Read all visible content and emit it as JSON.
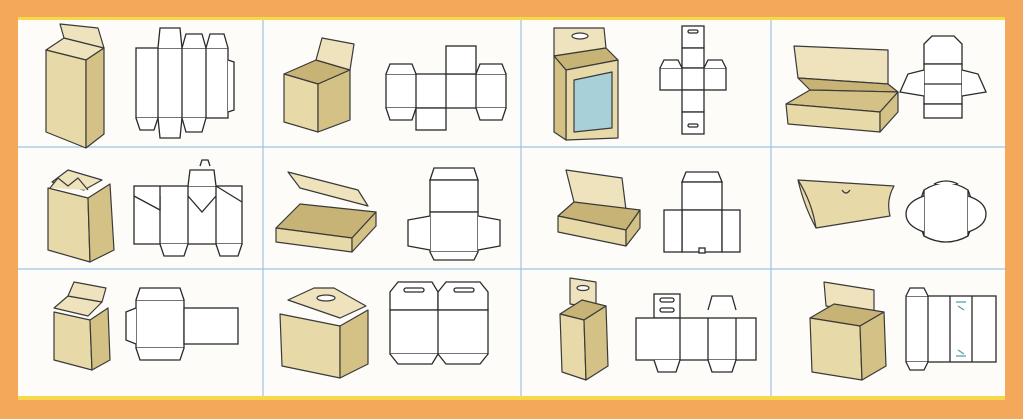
{
  "colors": {
    "background": "#f4a85a",
    "panel": "#fdfcf9",
    "accent_line": "#f6d84a",
    "grid_line": "#9cc4e4",
    "cardboard_front": "#e8d9a8",
    "cardboard_side": "#d4c185",
    "cardboard_top": "#efe3bd",
    "cardboard_inner": "#c8b376",
    "window_blue": "#a8d0d8",
    "outline": "#3a3a3a",
    "dieline": "#2a2a2a"
  },
  "grid": {
    "rows": 3,
    "cols": 4
  },
  "cells": [
    {
      "box": "tuck-end-box",
      "dieline": "tuck-end-dieline"
    },
    {
      "box": "cube-flap-box",
      "dieline": "cube-cross-dieline"
    },
    {
      "box": "hang-tab-window-box",
      "dieline": "hang-tab-dieline"
    },
    {
      "box": "display-tray-box",
      "dieline": "display-tray-dieline"
    },
    {
      "box": "gable-fold-box",
      "dieline": "gable-fold-dieline"
    },
    {
      "box": "open-lid-tray-box",
      "dieline": "lid-tray-dieline"
    },
    {
      "box": "mailer-box",
      "dieline": "mailer-dieline"
    },
    {
      "box": "pillow-box",
      "dieline": "pillow-dieline"
    },
    {
      "box": "flap-top-box",
      "dieline": "flap-top-dieline"
    },
    {
      "box": "carry-handle-box",
      "dieline": "carry-handle-dieline"
    },
    {
      "box": "hang-hole-box",
      "dieline": "hang-hole-dieline"
    },
    {
      "box": "open-top-box",
      "dieline": "window-sleeve-dieline"
    }
  ]
}
